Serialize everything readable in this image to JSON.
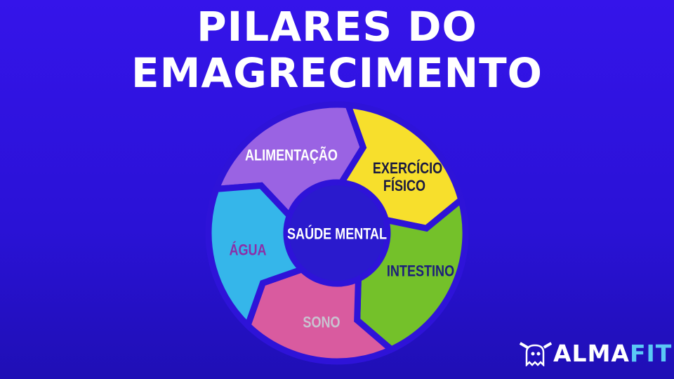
{
  "title": {
    "line1": "PILARES DO",
    "line2": "EMAGRECIMENTO"
  },
  "diagram": {
    "center": {
      "label": "SAÚDE MENTAL",
      "color": "#2a1acd"
    },
    "segments": [
      {
        "label": "ALIMENTAÇÃO",
        "color": "#9a63e3",
        "text_color": "#ffffff"
      },
      {
        "label": "EXERCÍCIO FÍSICO",
        "color": "#f7df2c",
        "text_color": "#1a1a40"
      },
      {
        "label": "INTESTINO",
        "color": "#74c12a",
        "text_color": "#1c1f7a"
      },
      {
        "label": "SONO",
        "color": "#d95b9f",
        "text_color": "#c9c2d0"
      },
      {
        "label": "ÁGUA",
        "color": "#35b6ea",
        "text_color": "#8b2fa8"
      }
    ]
  },
  "logo": {
    "part1": "ALMA",
    "part2": "FIT"
  }
}
